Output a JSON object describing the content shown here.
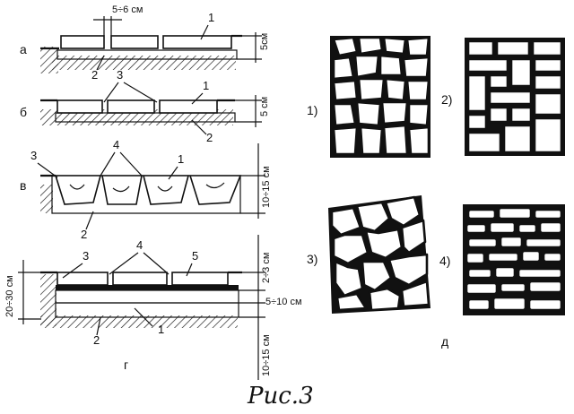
{
  "labels": {
    "a": "а",
    "b": "б",
    "v": "в",
    "g": "г",
    "d": "д",
    "p1": "1)",
    "p2": "2)",
    "p3": "3)",
    "p4": "4)",
    "n1": "1",
    "n2": "2",
    "n3": "3",
    "n4": "4",
    "n5": "5"
  },
  "dimensions": {
    "gap_top": "5÷6 см",
    "a_thick": "5см",
    "b_thick": "5 см",
    "v_thick": "10÷15 см",
    "g_layer1": "2÷3 см",
    "g_layer2": "5÷10 см",
    "g_layer3": "10÷15 см",
    "g_total": "20÷30 см"
  },
  "caption": "Рис.3"
}
